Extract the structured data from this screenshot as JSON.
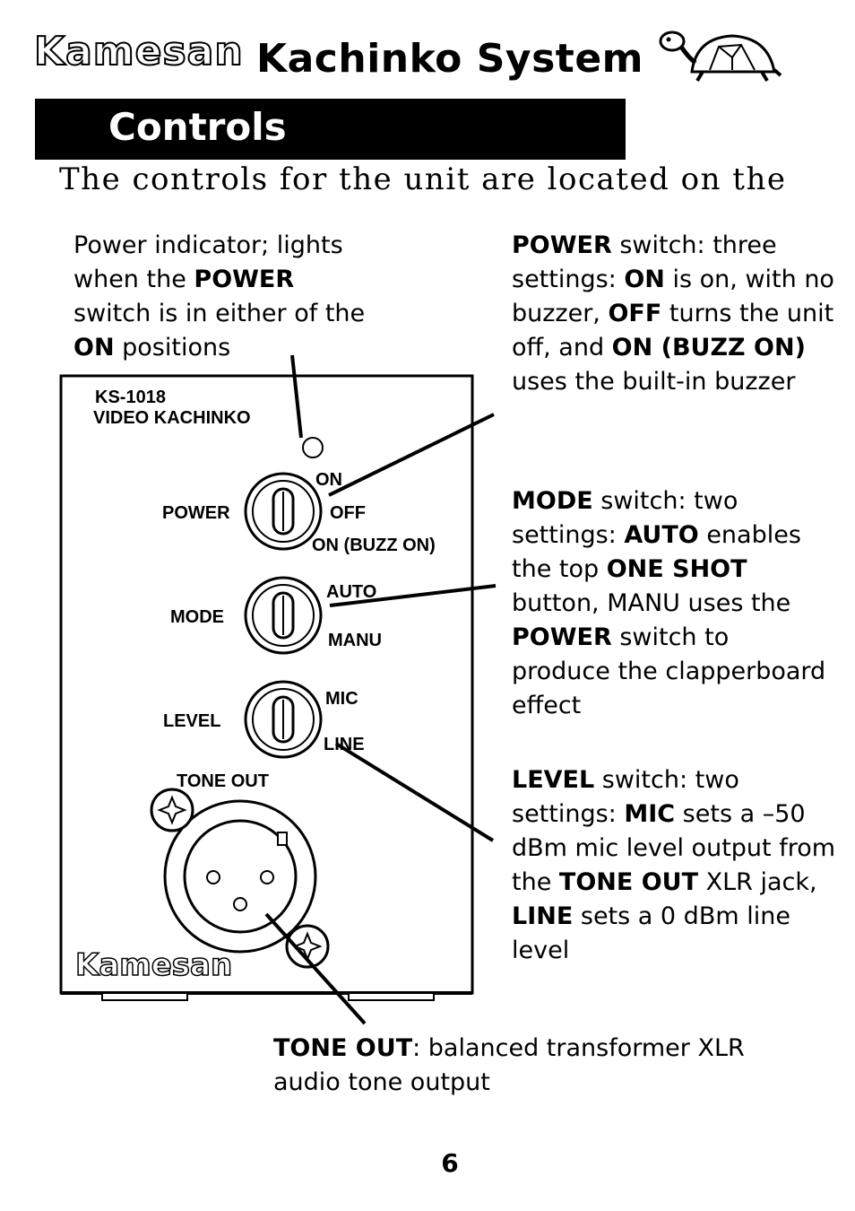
{
  "header": {
    "brand": "Kamesan",
    "title": "Kachinko System"
  },
  "section": {
    "title": "Controls"
  },
  "intro": "The controls for the unit are located on the",
  "panel": {
    "model": "KS-1018",
    "name": "VIDEO KACHINKO",
    "power_label": "POWER",
    "power_on": "ON",
    "power_off": "OFF",
    "power_buzz": "ON (BUZZ  ON)",
    "mode_label": "MODE",
    "mode_auto": "AUTO",
    "mode_manu": "MANU",
    "level_label": "LEVEL",
    "level_mic": "MIC",
    "level_line": "LINE",
    "tone_out_label": "TONE OUT",
    "brand": "Kamesan"
  },
  "callouts": {
    "power_indicator": {
      "t1": "Power indicator; lights when the ",
      "b1": "POWER",
      "t2": " switch is in either of the ",
      "b2": "ON",
      "t3": " positions"
    },
    "power_switch": {
      "b1": "POWER",
      "t1": " switch: three settings: ",
      "b2": "ON",
      "t2": " is on, with no buzzer, ",
      "b3": "OFF",
      "t3": " turns the unit off, and ",
      "b4": "ON (BUZZ ON)",
      "t4": " uses the built-in buzzer"
    },
    "mode_switch": {
      "b1": "MODE",
      "t1": " switch: two settings: ",
      "b2": "AUTO",
      "t2": " enables the top ",
      "b3": "ONE SHOT",
      "t3": " button, MANU uses the ",
      "b4": "POWER",
      "t4": " switch to produce the clapperboard effect"
    },
    "level_switch": {
      "b1": "LEVEL",
      "t1": " switch: two settings: ",
      "b2": "MIC",
      "t2": " sets a –50 dBm mic level output from the ",
      "b3": "TONE OUT",
      "t3": " XLR jack, ",
      "b4": "LINE",
      "t4": " sets a 0 dBm line level"
    },
    "tone_out": {
      "b1": "TONE OUT",
      "t1": ": balanced transformer XLR audio tone output"
    }
  },
  "page_number": "6"
}
